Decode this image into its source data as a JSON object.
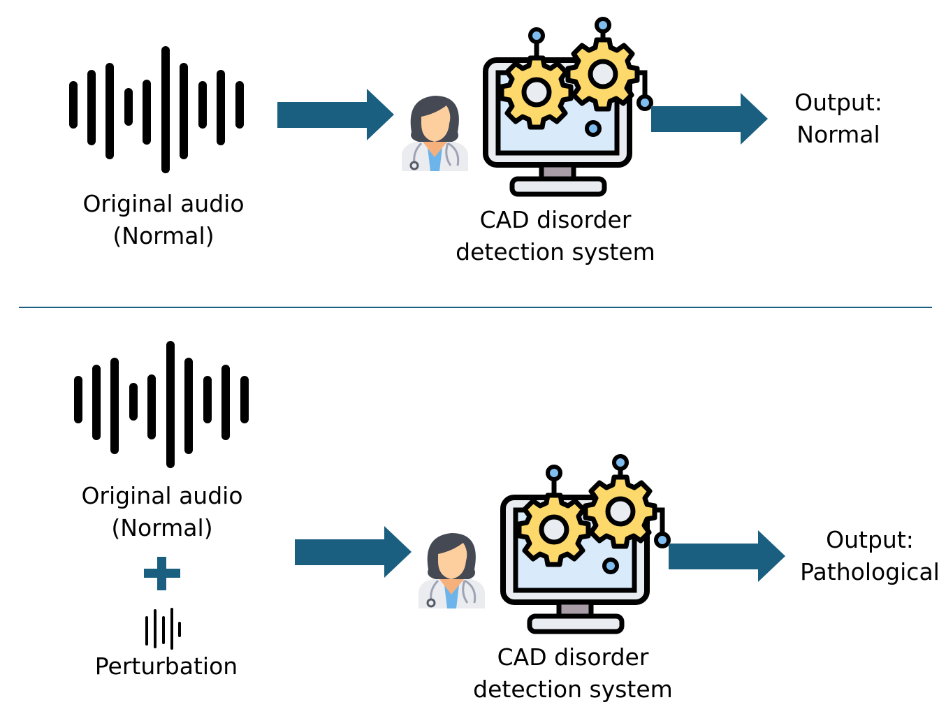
{
  "colors": {
    "arrow": "#1a5f80",
    "divider": "#1a5f80",
    "waveform": "#000000",
    "gear": "#fdd96b",
    "screen": "#d9ebfb",
    "node": "#7fbdf0",
    "monitor_frame": "#e9edf1",
    "stand": "#a99ea7",
    "doctor_hair": "#454953",
    "doctor_skin": "#fdcf9f",
    "doctor_coat": "#eaecef",
    "doctor_shirt": "#6cb4ea"
  },
  "top_panel": {
    "input_label": [
      "Original audio",
      "(Normal)"
    ],
    "system_label": [
      "CAD disorder",
      "detection system"
    ],
    "output_label": [
      "Output:",
      "Normal"
    ]
  },
  "bottom_panel": {
    "input_label": [
      "Original audio",
      "(Normal)"
    ],
    "operator_icon": "plus-icon",
    "perturbation_label": "Perturbation",
    "system_label": [
      "CAD disorder",
      "detection system"
    ],
    "output_label": [
      "Output:",
      "Pathological"
    ]
  }
}
